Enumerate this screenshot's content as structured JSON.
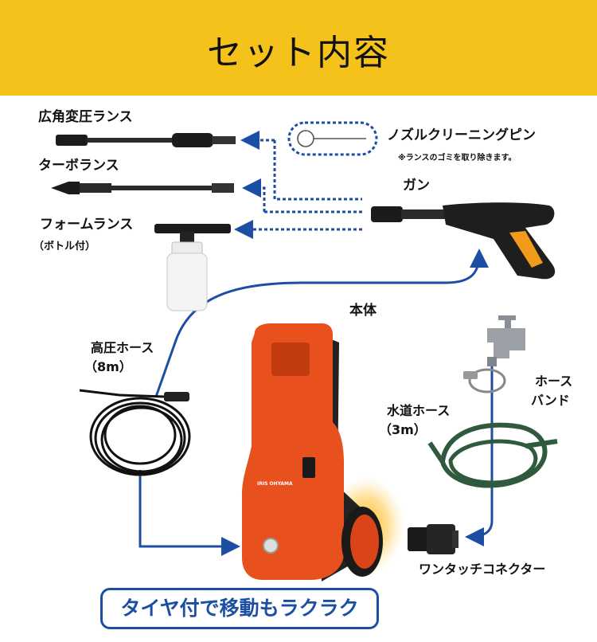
{
  "header": {
    "title": "セット内容"
  },
  "items": {
    "wide_lance": "広角変圧ランス",
    "turbo_lance": "ターボランス",
    "foam_lance": "フォームランス",
    "foam_lance_note": "（ボトル付）",
    "nozzle_pin": "ノズルクリーニングピン",
    "nozzle_pin_note": "※ランスのゴミを取り除きます。",
    "gun": "ガン",
    "body": "本体",
    "hp_hose": "高圧ホース",
    "hp_hose_len": "（8m）",
    "water_hose": "水道ホース",
    "water_hose_len": "（3m）",
    "hose_band_1": "ホース",
    "hose_band_2": "バンド",
    "connector": "ワンタッチコネクター"
  },
  "callout": "タイヤ付で移動もラクラク",
  "product_brand": "IRIS OHYAMA",
  "colors": {
    "banner": "#f5c21b",
    "arrow_blue": "#1c4fa3",
    "body_orange": "#e8501e",
    "gun_accent": "#f29a1a",
    "hose_green": "#2f5a3e"
  }
}
